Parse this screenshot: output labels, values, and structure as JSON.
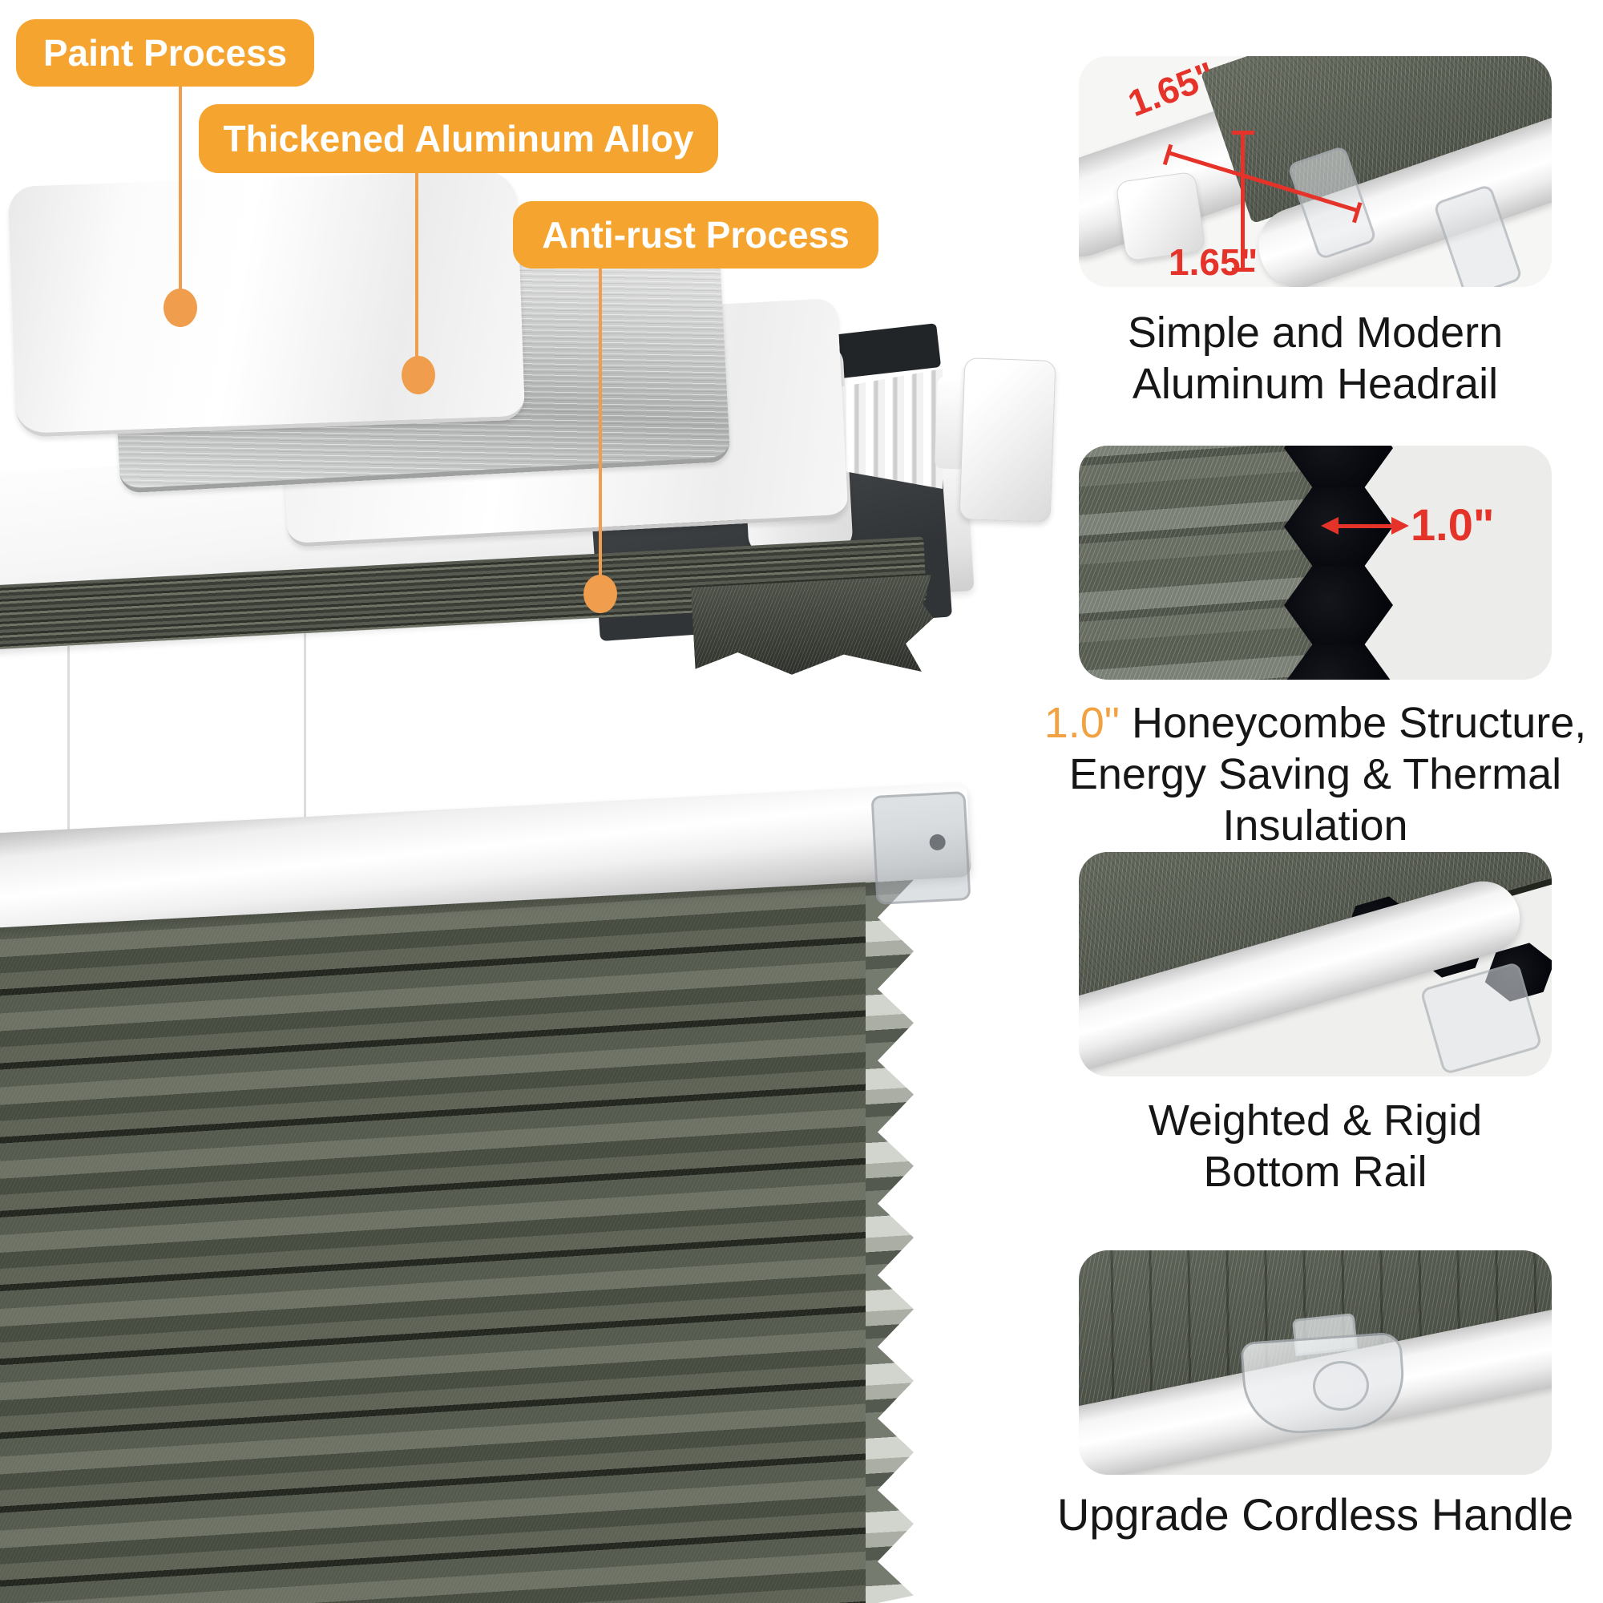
{
  "colors": {
    "accent_orange": "#F5A52F",
    "dot_orange": "#F09D4E",
    "annotation_red": "#E5332A",
    "caption_text": "#161616",
    "fabric_gray": "#555A4E"
  },
  "callouts": [
    {
      "label": "Paint Process"
    },
    {
      "label": "Thickened Aluminum Alloy"
    },
    {
      "label": "Anti-rust Process"
    }
  ],
  "panels": [
    {
      "caption": [
        "Simple and Modern",
        "Aluminum Headrail"
      ],
      "annotations": [
        "1.65\"",
        "1.65\""
      ]
    },
    {
      "caption_highlight": "1.0\"",
      "caption_line1_rest": " Honeycombe Structure,",
      "caption": [
        "Energy Saving & Thermal",
        "Insulation"
      ],
      "annotations": [
        "1.0\""
      ]
    },
    {
      "caption": [
        "Weighted & Rigid",
        "Bottom Rail"
      ]
    },
    {
      "caption": [
        "Upgrade Cordless Handle"
      ]
    }
  ]
}
